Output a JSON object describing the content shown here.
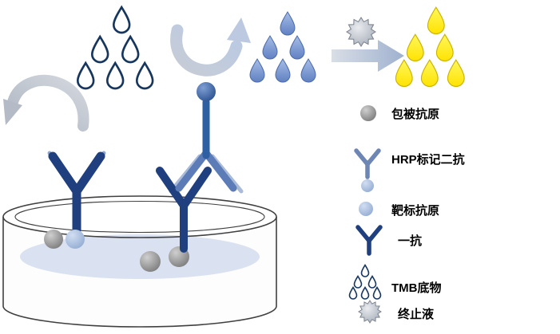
{
  "legend": {
    "items": [
      {
        "id": "coated-antigen",
        "icon": "gray-sphere-icon",
        "label": "包被抗原"
      },
      {
        "id": "hrp-secondary-antibody",
        "icon": "antibody-with-hrp-icon",
        "label": "HRP标记二抗"
      },
      {
        "id": "target-antigen",
        "icon": "blue-sphere-icon",
        "label": "靶标抗原"
      },
      {
        "id": "primary-antibody",
        "icon": "dark-antibody-icon",
        "label": "一抗"
      },
      {
        "id": "tmb-substrate",
        "icon": "droplet-cluster-icon",
        "label": "TMB底物"
      },
      {
        "id": "stop-solution",
        "icon": "starburst-icon",
        "label": "终止液"
      }
    ]
  },
  "colors": {
    "dark_blue": "#17365D",
    "antibody_blue": "#1F3F7F",
    "medium_blue": "#2E5FA3",
    "light_blue_accent": "#8FA8D2",
    "droplet_blue": "#5F80C2",
    "product_yellow": "#FFE300",
    "antigen_gray": "#6F6F6F",
    "liquid_fill": "#DAE1F1",
    "arrow_gray": "#C7CDD6"
  }
}
